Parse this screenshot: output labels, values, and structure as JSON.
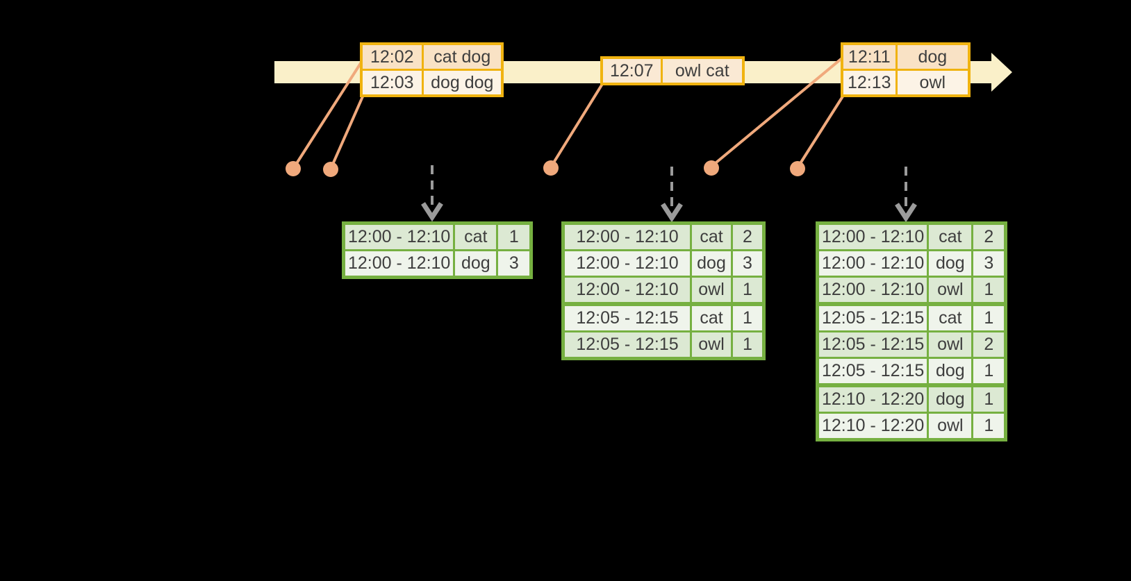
{
  "colors": {
    "background": "#000000",
    "timeline_band": "#FAF0C9",
    "event_border": "#F0B310",
    "event_row_dark": "#F9E2C5",
    "event_row_light": "#FCF3E6",
    "event_row_single": "#FAE9D4",
    "connector": "#F0A97C",
    "dashed_arrow": "#9B9B9B",
    "table_border": "#76B041",
    "table_row_dark": "#DCE9D3",
    "table_row_light": "#EFF4EB",
    "text": "#3E3E3E"
  },
  "icons": {
    "timeline_arrow": "right-arrow",
    "trigger_arrow": "dashed-down-arrow",
    "event_marker": "dot"
  },
  "timeline": {
    "events": [
      {
        "rows": [
          {
            "time": "12:02",
            "words": "cat dog"
          },
          {
            "time": "12:03",
            "words": "dog dog"
          }
        ]
      },
      {
        "rows": [
          {
            "time": "12:07",
            "words": "owl cat"
          }
        ]
      },
      {
        "rows": [
          {
            "time": "12:11",
            "words": "dog"
          },
          {
            "time": "12:13",
            "words": "owl"
          }
        ]
      }
    ]
  },
  "result_tables": [
    {
      "rows": [
        {
          "window": "12:00 - 12:10",
          "word": "cat",
          "count": "1"
        },
        {
          "window": "12:00 - 12:10",
          "word": "dog",
          "count": "3"
        }
      ]
    },
    {
      "rows": [
        {
          "window": "12:00 - 12:10",
          "word": "cat",
          "count": "2"
        },
        {
          "window": "12:00 - 12:10",
          "word": "dog",
          "count": "3"
        },
        {
          "window": "12:00 - 12:10",
          "word": "owl",
          "count": "1"
        },
        {
          "window": "12:05 - 12:15",
          "word": "cat",
          "count": "1"
        },
        {
          "window": "12:05 - 12:15",
          "word": "owl",
          "count": "1"
        }
      ]
    },
    {
      "rows": [
        {
          "window": "12:00 - 12:10",
          "word": "cat",
          "count": "2"
        },
        {
          "window": "12:00 - 12:10",
          "word": "dog",
          "count": "3"
        },
        {
          "window": "12:00 - 12:10",
          "word": "owl",
          "count": "1"
        },
        {
          "window": "12:05 - 12:15",
          "word": "cat",
          "count": "1"
        },
        {
          "window": "12:05 - 12:15",
          "word": "owl",
          "count": "2"
        },
        {
          "window": "12:05 - 12:15",
          "word": "dog",
          "count": "1"
        },
        {
          "window": "12:10 - 12:20",
          "word": "dog",
          "count": "1"
        },
        {
          "window": "12:10 - 12:20",
          "word": "owl",
          "count": "1"
        }
      ]
    }
  ]
}
